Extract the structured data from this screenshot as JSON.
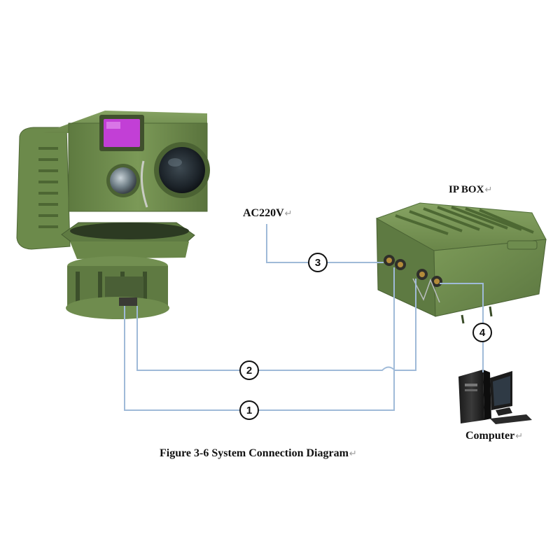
{
  "labels": {
    "power": "AC220V",
    "ip_box": "IP BOX",
    "computer": "Computer",
    "caption": "Figure 3-6 System Connection Diagram",
    "paragraph_mark": "↵"
  },
  "connections": [
    {
      "number": "①"
    },
    {
      "number": "②"
    },
    {
      "number": "③"
    },
    {
      "number": "④"
    }
  ],
  "colors": {
    "cable": "#9fbad8",
    "equipment_green": "#6d8a4d",
    "lens_magenta": "#c23fd6"
  }
}
